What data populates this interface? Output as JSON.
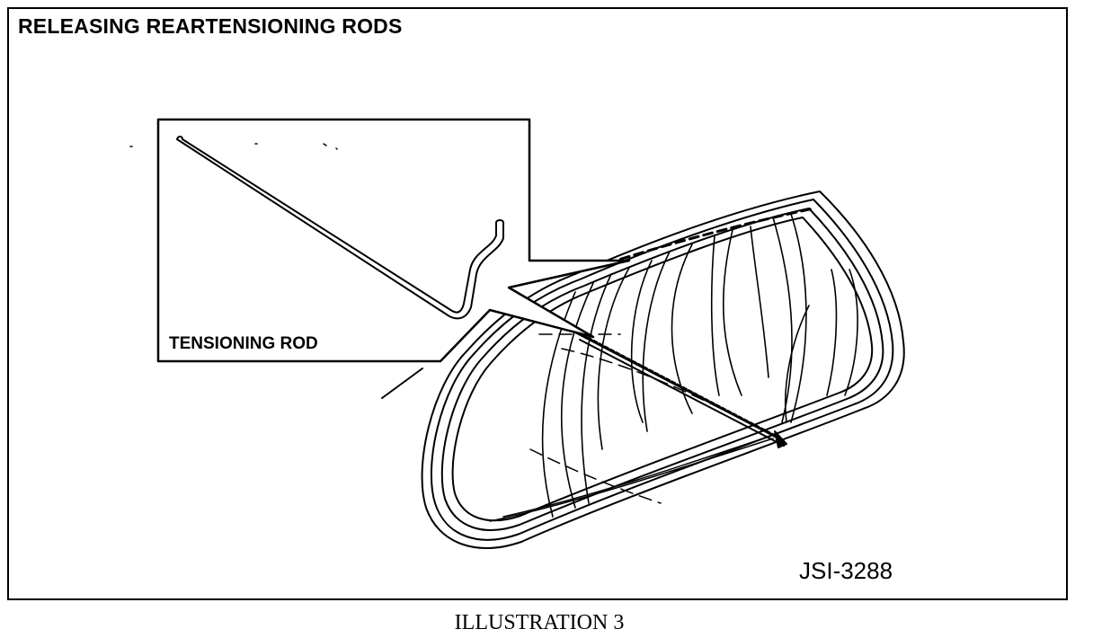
{
  "title": "RELEASING REARTENSIONING RODS",
  "inset_label": "TENSIONING ROD",
  "figure_id": "JSI-3288",
  "caption": "ILLUSTRATION 3"
}
